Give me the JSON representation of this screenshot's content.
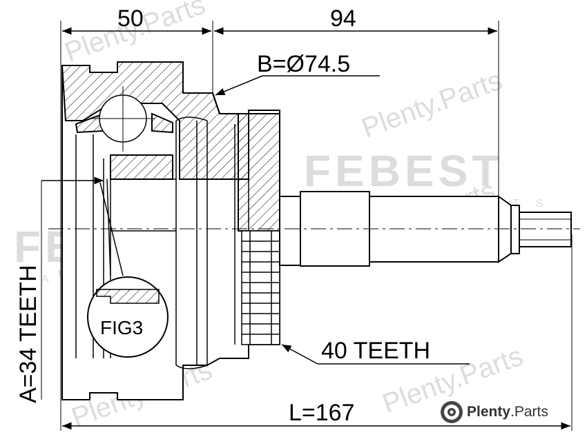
{
  "dimensions": {
    "width_left": "50",
    "width_right": "94",
    "bore": "B=Ø74.5",
    "inner_teeth": "A=34 TEETH",
    "outer_teeth": "40 TEETH",
    "length": "L=167",
    "detail_label": "FIG3"
  },
  "watermark": {
    "text": "Plenty.Parts",
    "brand": "FEBEST",
    "brand_sub": "AUTO PARTS"
  },
  "logo": {
    "name_bold": "Plenty",
    "name_rest": ".Parts"
  },
  "colors": {
    "line": "#000000",
    "watermark": "#d9d9d9"
  }
}
